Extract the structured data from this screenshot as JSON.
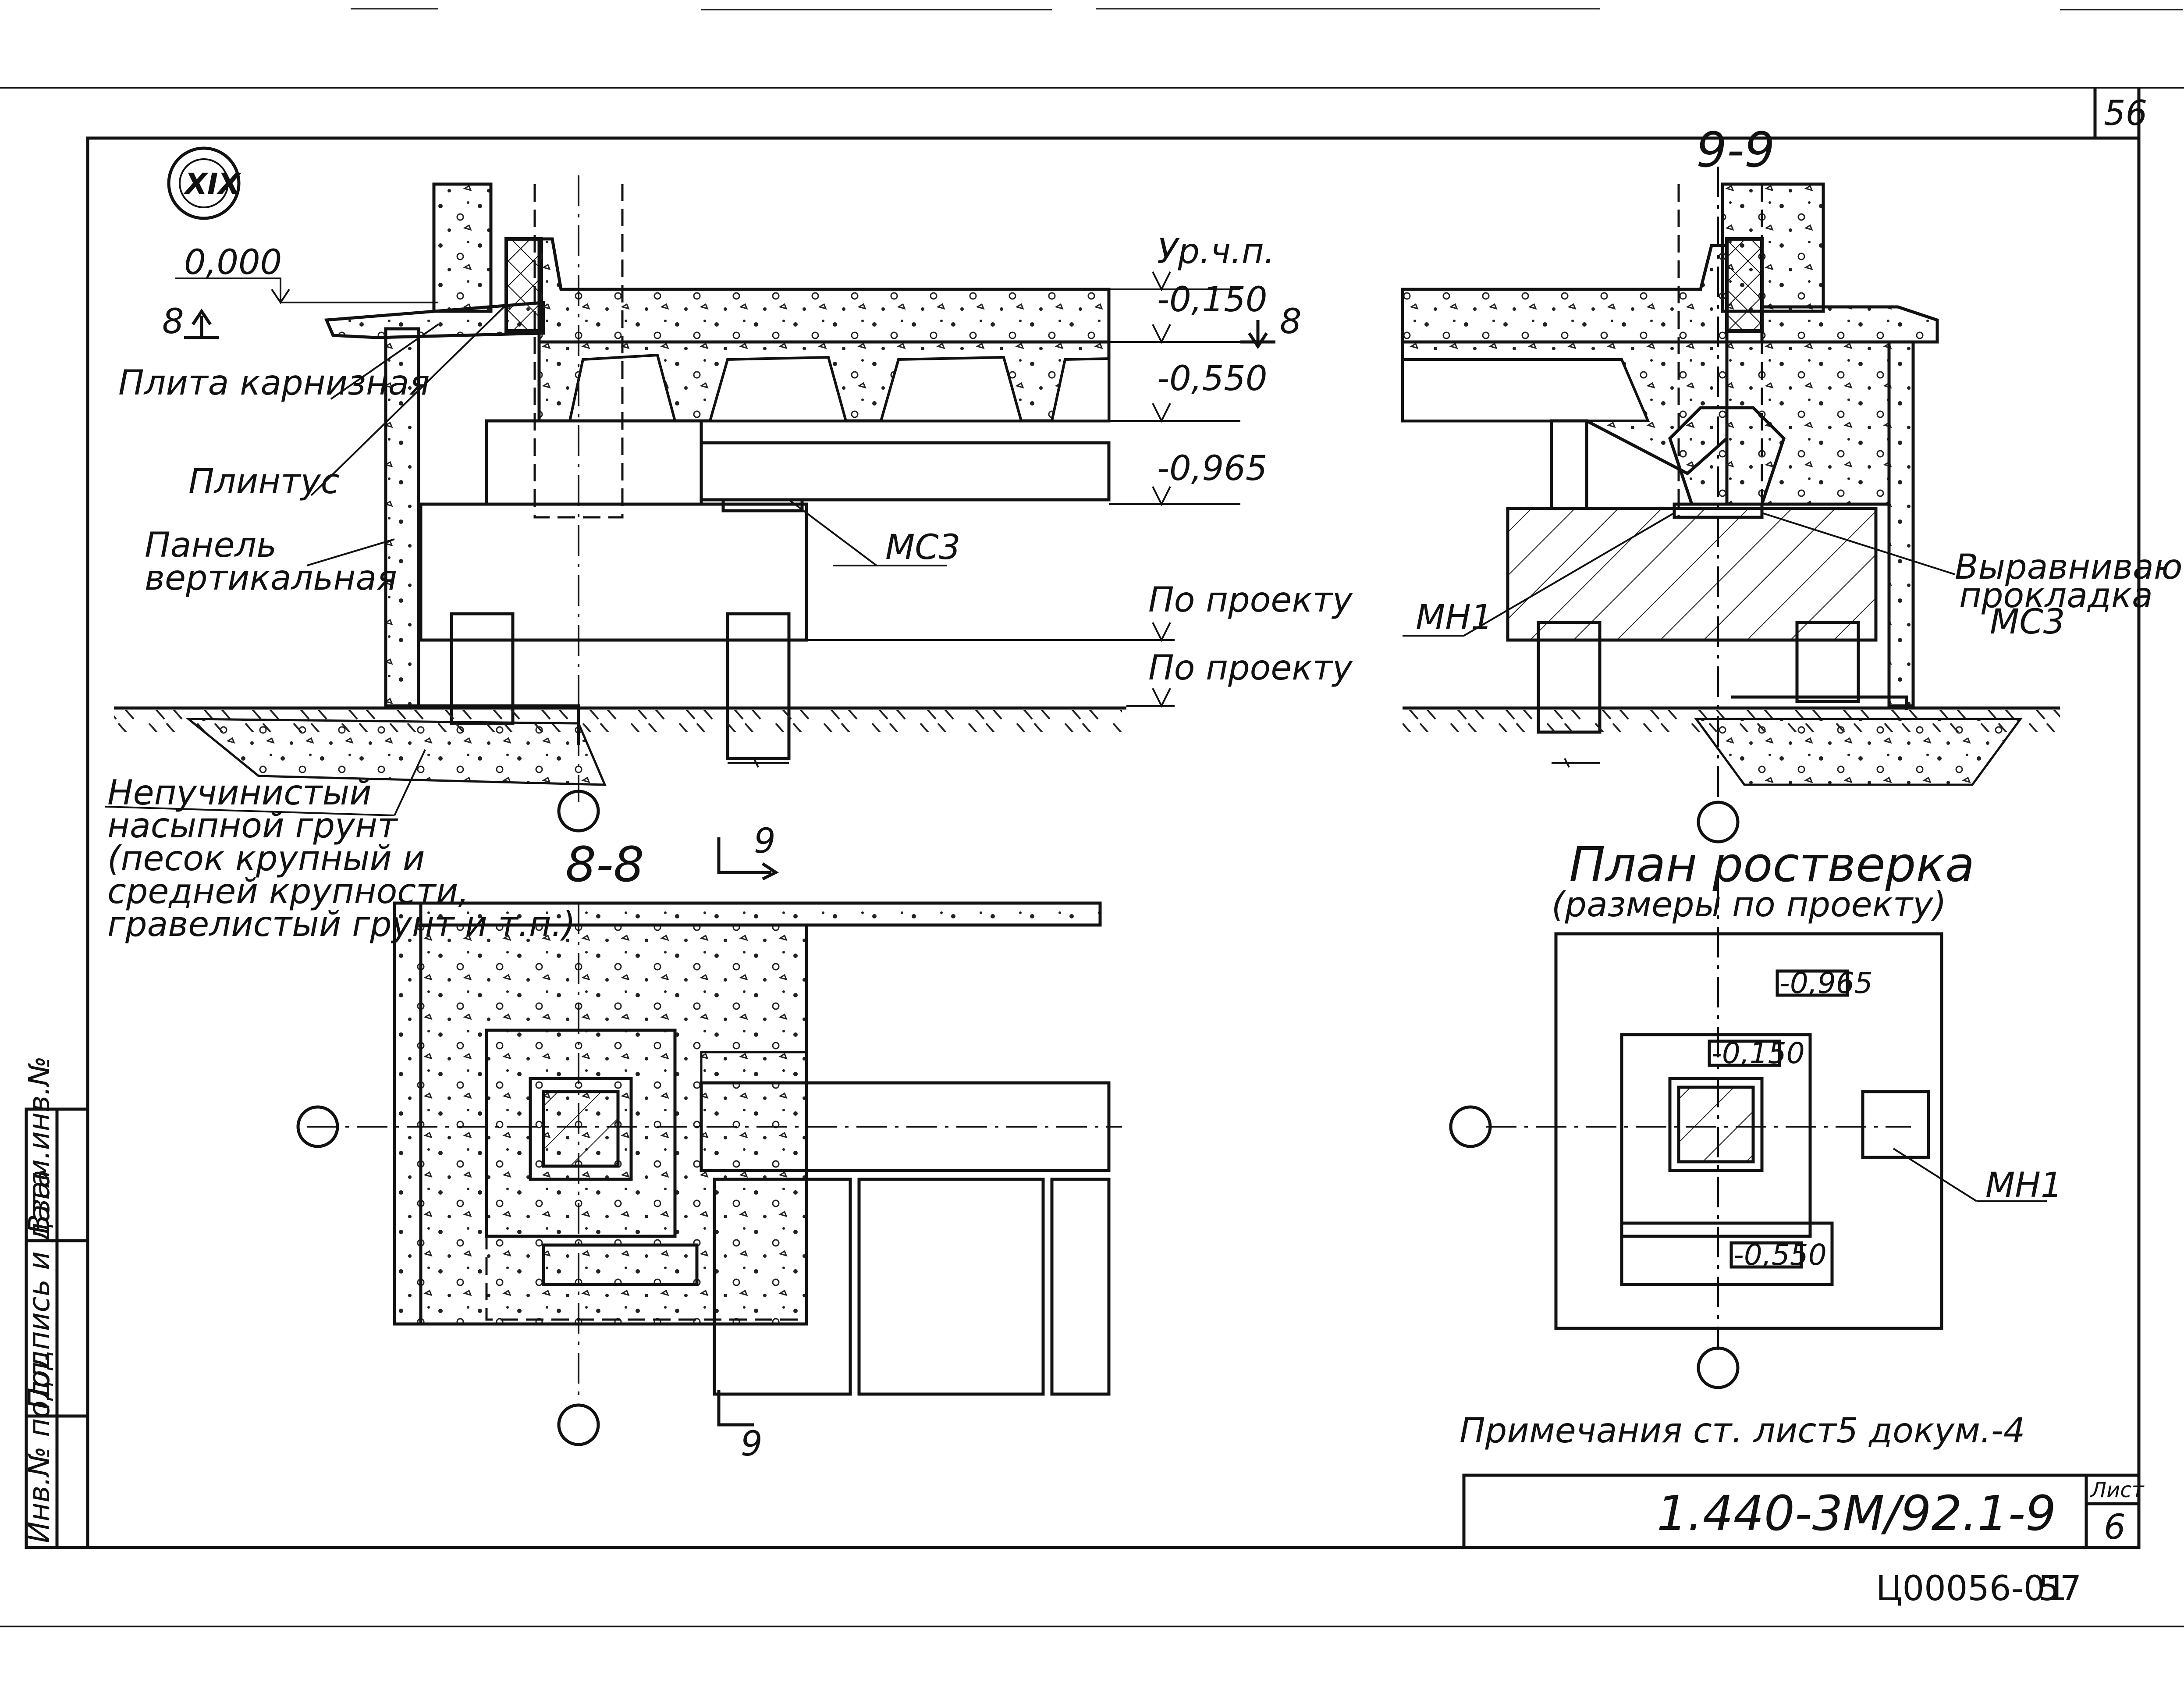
{
  "sheet": {
    "top_page_number": "56",
    "bottom_code": "Ц00056-01",
    "bottom_page": "57",
    "node_mark": "XIX",
    "note": "Примечания ст. лист5 докум.-4"
  },
  "title_block": {
    "designation": "1.440-3М/92.1-9",
    "sheet_label": "Лист",
    "sheet_number": "6"
  },
  "side_stamp": {
    "inv_no": "Инв.№ подл.",
    "sign_date": "Подпись и дата",
    "replace_inv": "Взам.инв.№"
  },
  "section_elevation": {
    "level_zero": "0,000",
    "section_mark_left": "8",
    "section_mark_right": "8",
    "level_floor": "Ур.ч.п.",
    "level_1": "-0,150",
    "level_2": "-0,550",
    "level_3": "-0,965",
    "by_project_1": "По проекту",
    "by_project_2": "По проекту",
    "label_cornice": "Плита карнизная",
    "label_plinth": "Плинтус",
    "label_panel_1": "Панель",
    "label_panel_2": "вертикальная",
    "label_mc3": "МС3",
    "soil_1": "Непучинистый",
    "soil_2": "насыпной грунт",
    "soil_3": "(песок крупный и",
    "soil_4": "средней крупности,",
    "soil_5": "гравелистый грунт и т.п.)"
  },
  "section_9": {
    "title": "9-9",
    "label_mh1": "МН1",
    "label_pad_1": "Выравнивающая",
    "label_pad_2": "прокладка",
    "label_pad_3": "МС3"
  },
  "section_8": {
    "title": "8-8",
    "cut_mark_top": "9",
    "cut_mark_bottom": "9"
  },
  "plan": {
    "title_1": "План ростверка",
    "title_2": "(размеры по проекту)",
    "level_a": "-0,965",
    "level_b": "-0,150",
    "level_c": "-0,550",
    "label_mh1": "МН1"
  }
}
